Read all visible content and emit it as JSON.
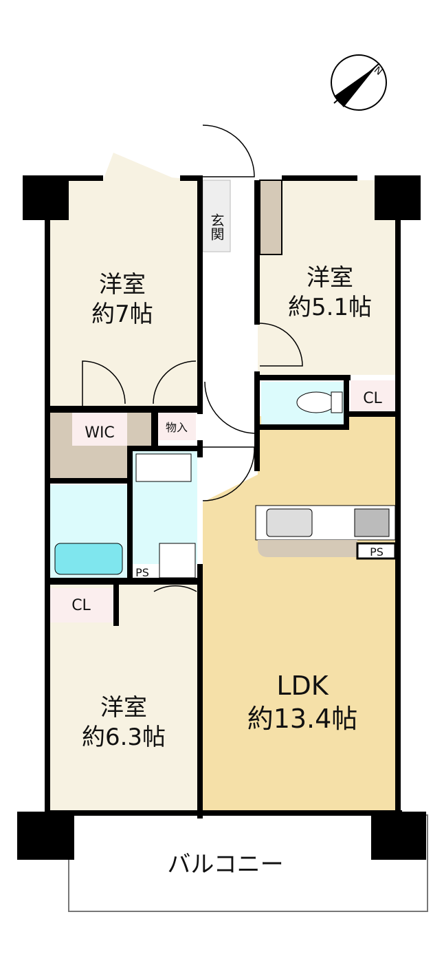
{
  "floorplan": {
    "rooms": {
      "western_7": {
        "name": "洋室",
        "size": "約7帖"
      },
      "western_51": {
        "name": "洋室",
        "size": "約5.1帖"
      },
      "western_63": {
        "name": "洋室",
        "size": "約6.3帖"
      },
      "ldk": {
        "name": "LDK",
        "size": "約13.4帖"
      },
      "balcony": "バルコニー",
      "entrance": "玄関",
      "wic": "WIC",
      "storage": "物入",
      "closet_top": "CL",
      "closet_bottom": "CL",
      "ps_wash": "PS",
      "ps_kitchen": "PS"
    },
    "compass": {
      "label": "N"
    },
    "colors": {
      "room": "#f7f2e2",
      "ldk": "#f5e0a8",
      "wet": "#dcfbfc",
      "closet": "#fbeeee",
      "tan": "#d5c9b7",
      "wall": "#000000"
    }
  }
}
